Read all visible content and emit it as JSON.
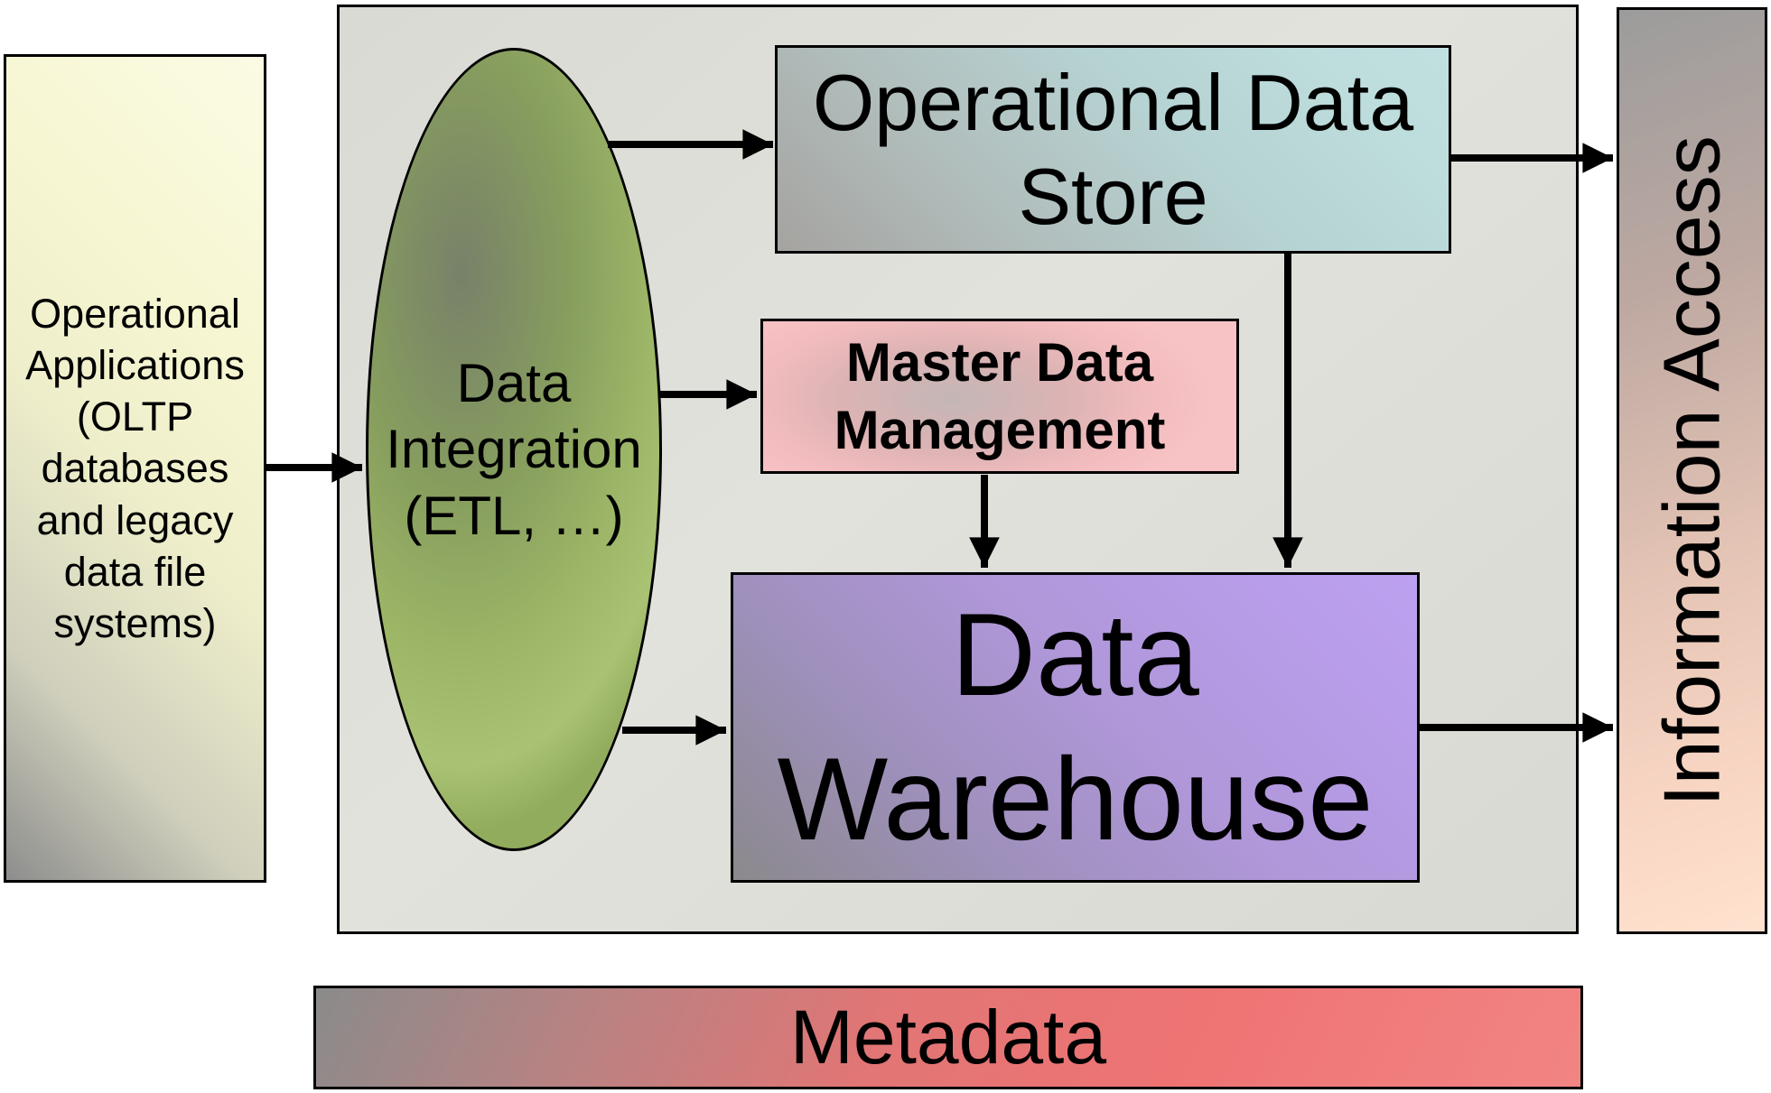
{
  "diagram": {
    "type": "data-warehouse-architecture",
    "background_color": "#ffffff",
    "container_color": "#dedenot"
  },
  "nodes": {
    "operational_applications": {
      "label": "Operational\nApplications\n(OLTP\ndatabases\nand legacy\ndata file\nsystems)",
      "shape": "rectangle",
      "color": "#f6f6d2"
    },
    "data_integration": {
      "label": "Data\nIntegration\n(ETL, …)",
      "shape": "ellipse",
      "color": "#9cb566"
    },
    "operational_data_store": {
      "label": "Operational Data\nStore",
      "shape": "rectangle",
      "color": "#b6d2d2"
    },
    "master_data_management": {
      "label": "Master Data\nManagement",
      "shape": "rectangle",
      "color": "#f2bcbe"
    },
    "data_warehouse": {
      "label": "Data\nWarehouse",
      "shape": "rectangle",
      "color": "#af97d8"
    },
    "information_access": {
      "label": "Information Access",
      "shape": "rectangle-vertical-text",
      "color": "#e4c4b5"
    },
    "metadata": {
      "label": "Metadata",
      "shape": "rectangle",
      "color": "#ef7474"
    }
  },
  "connections": [
    {
      "from": "operational_applications",
      "to": "data_integration"
    },
    {
      "from": "data_integration",
      "to": "operational_data_store"
    },
    {
      "from": "data_integration",
      "to": "master_data_management"
    },
    {
      "from": "data_integration",
      "to": "data_warehouse"
    },
    {
      "from": "operational_data_store",
      "to": "data_warehouse"
    },
    {
      "from": "master_data_management",
      "to": "data_warehouse"
    },
    {
      "from": "operational_data_store",
      "to": "information_access"
    },
    {
      "from": "data_warehouse",
      "to": "information_access"
    }
  ]
}
